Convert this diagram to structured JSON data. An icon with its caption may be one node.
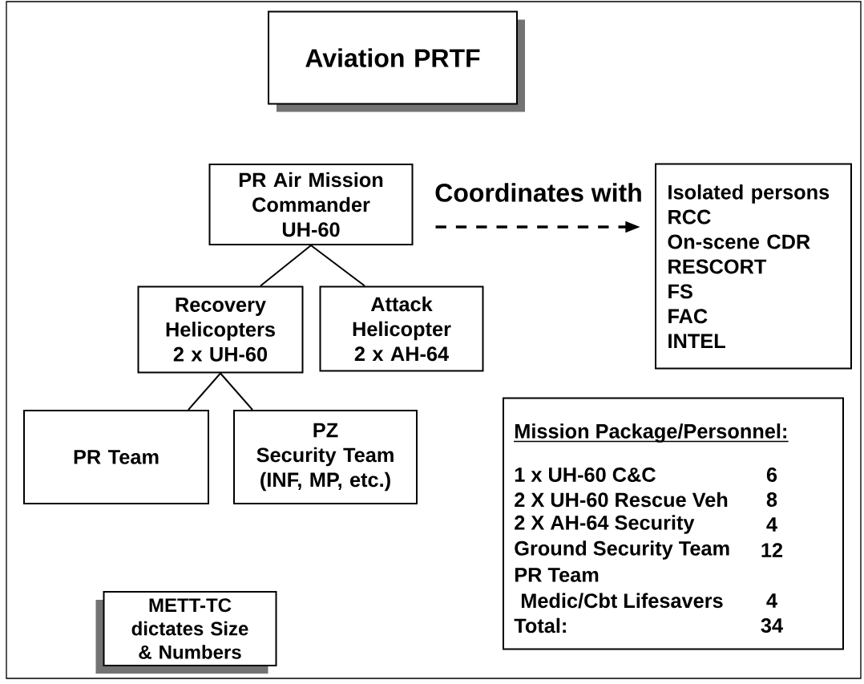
{
  "diagram": {
    "nodes": [
      {
        "text": [
          "Aviation PRTF"
        ]
      },
      {
        "text": [
          "PR Air Mission Commander UH-60"
        ]
      },
      {
        "text": [
          "Recovery Helicopters 2 x UH-60"
        ]
      },
      {
        "text": [
          "Attack Helicopter 2 x AH-64"
        ]
      },
      {
        "text": [
          "Isolated persons",
          "RCC",
          "On-scene CDR",
          "RESCORT",
          "FS",
          "FAC",
          "INTEL"
        ]
      },
      {
        "text": [
          "PR Team"
        ]
      },
      {
        "text": [
          "PZ",
          "Security Team",
          "(INF, MP, etc.)"
        ]
      },
      {
        "text": [
          "Mission Package/Personnel:",
          "1 x UH-60 C&C",
          "6",
          "2 X UH-60 Rescue Veh",
          "8",
          "2 X AH-64 Security",
          "4",
          "Ground Security Team",
          "12",
          "PR Team",
          "Medic/Cbt Lifesavers",
          "4",
          "Total:",
          "34"
        ]
      },
      {
        "text": [
          "METT-TC dictates Size & Numbers"
        ]
      }
    ],
    "edges": [
      {
        "from": 1,
        "to": 2,
        "arrow": "none"
      },
      {
        "from": 1,
        "to": 3,
        "arrow": "none"
      },
      {
        "from": 1,
        "to": 4,
        "arrow": "to",
        "style": "dashed",
        "label": "Coordinates with"
      },
      {
        "from": 2,
        "to": 5,
        "arrow": "none"
      },
      {
        "from": 2,
        "to": 6,
        "arrow": "none"
      }
    ]
  }
}
